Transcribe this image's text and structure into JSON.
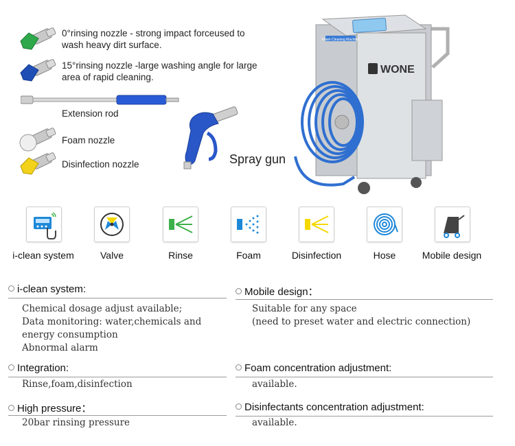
{
  "accessories": {
    "items": [
      {
        "name": "0-degree-nozzle",
        "text": "0°rinsing nozzle - strong impact forceused to wash heavy dirt surface.",
        "color": "#2ea84a"
      },
      {
        "name": "15-degree-nozzle",
        "text": "15°rinsing nozzle -large washing angle for large area of rapid cleaning.",
        "color": "#1f4fb5"
      },
      {
        "name": "extension-rod",
        "text": "Extension rod",
        "color": "#2a5bd7"
      },
      {
        "name": "foam-nozzle",
        "text": "Foam nozzle",
        "color": "#e8e8e8"
      },
      {
        "name": "disinfection-nozzle",
        "text": "Disinfection nozzle",
        "color": "#f2d21b"
      }
    ],
    "spray_gun": "Spray gun"
  },
  "product": {
    "brand": "WONE",
    "panel_label": "Foam Cleaning Machine"
  },
  "icons": [
    {
      "label": "i-clean system",
      "icon": "touch-panel-icon"
    },
    {
      "label": "Valve",
      "icon": "valve-icon"
    },
    {
      "label": "Rinse",
      "icon": "rinse-icon"
    },
    {
      "label": "Foam",
      "icon": "foam-icon"
    },
    {
      "label": "Disinfection",
      "icon": "disinfection-icon"
    },
    {
      "label": "Hose",
      "icon": "hose-icon"
    },
    {
      "label": "Mobile design",
      "icon": "mobile-cart-icon"
    }
  ],
  "features": {
    "iclean": {
      "title": "i-clean system:",
      "lines": [
        "Chemical dosage adjust available;",
        "Data monitoring: water,chemicals and",
        "energy consumption",
        "Abnormal alarm"
      ]
    },
    "integration": {
      "title": "Integration:",
      "lines": [
        "Rinse,foam,disinfection"
      ]
    },
    "pressure": {
      "title": "High pressure：",
      "lines": [
        "20bar rinsing pressure"
      ]
    },
    "mobile": {
      "title": "Mobile design：",
      "lines": [
        "Suitable for any space",
        "(need to preset water and electric connection)"
      ]
    },
    "foam_conc": {
      "title": "Foam concentration adjustment:",
      "lines": [
        "available."
      ]
    },
    "disinf_conc": {
      "title": "Disinfectants concentration adjustment:",
      "lines": [
        "available."
      ]
    }
  },
  "colors": {
    "green": "#3cb04a",
    "blue": "#1e88d8",
    "yellow": "#f5d800",
    "hose_blue": "#2f6fd0"
  }
}
